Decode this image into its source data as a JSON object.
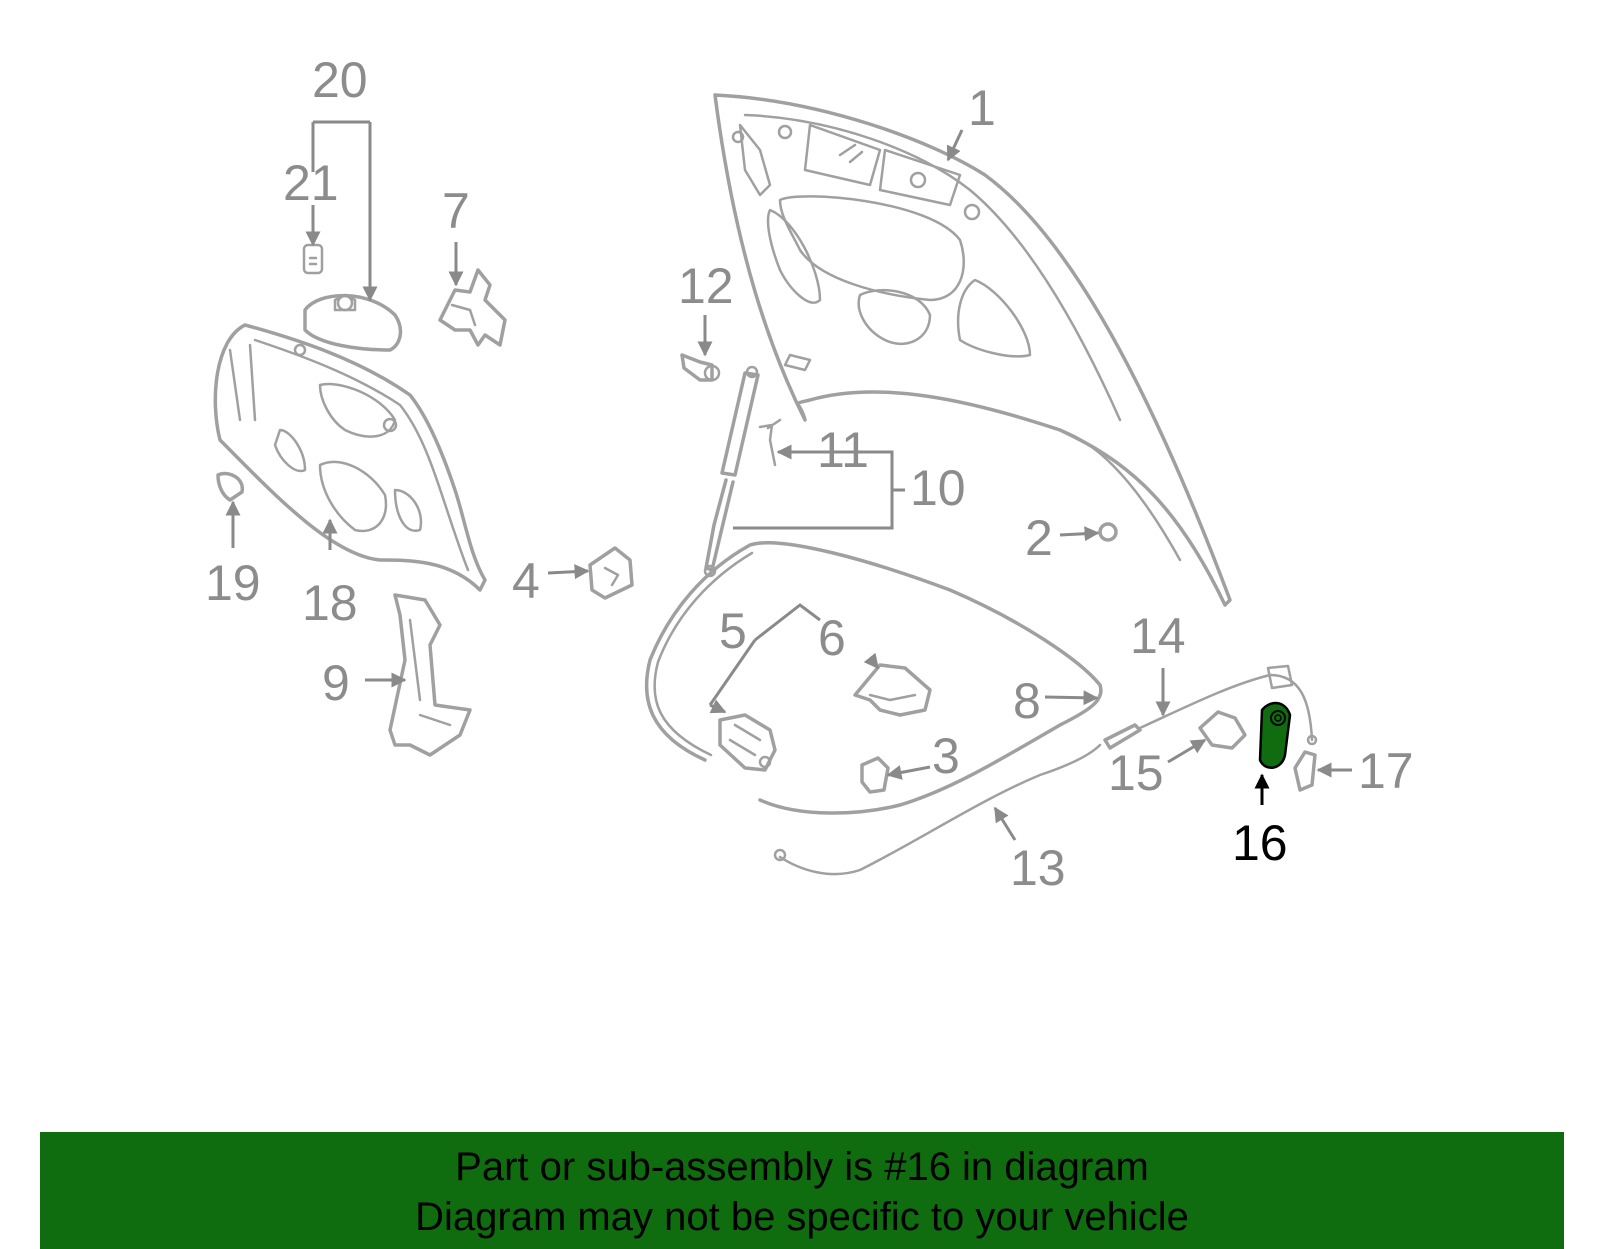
{
  "callouts": {
    "n1": "1",
    "n2": "2",
    "n3": "3",
    "n4": "4",
    "n5": "5",
    "n6": "6",
    "n7": "7",
    "n8": "8",
    "n9": "9",
    "n10": "10",
    "n11": "11",
    "n12": "12",
    "n13": "13",
    "n14": "14",
    "n15": "15",
    "n16": "16",
    "n17": "17",
    "n18": "18",
    "n19": "19",
    "n20": "20",
    "n21": "21"
  },
  "highlighted_part": "16",
  "colors": {
    "part_stroke": "#a0a0a0",
    "label": "#8c8c8c",
    "highlight_fill": "#0f6d0f",
    "highlight_label": "#000000",
    "banner_background": "#0f6d0f"
  },
  "banner": {
    "line1": "Part or sub-assembly is #16 in diagram",
    "line2": "Diagram may not be specific to your vehicle"
  }
}
